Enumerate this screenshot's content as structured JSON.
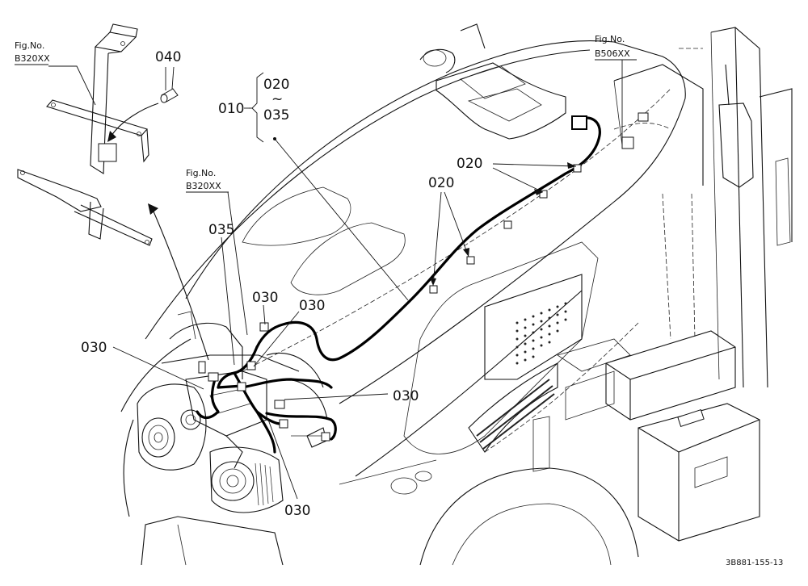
{
  "figure_refs": [
    {
      "label": "Fig.No.",
      "code": "B320XX"
    },
    {
      "label": "Fig.No.",
      "code": "B320XX"
    },
    {
      "label": "Fig.No.",
      "code": "B506XX"
    }
  ],
  "parts": {
    "p040": "040",
    "p010": "010",
    "p020": "020",
    "tilde": "~",
    "p035": "035",
    "p030": "030"
  },
  "drawing_number": "3B881-155-13"
}
